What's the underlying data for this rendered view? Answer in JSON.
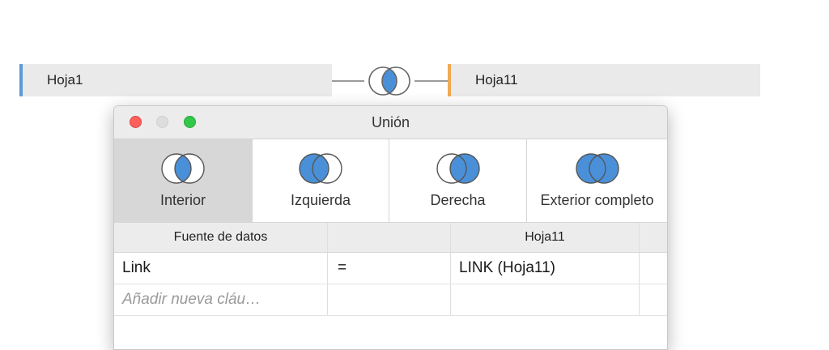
{
  "join_bar": {
    "left_table": "Hoja1",
    "right_table": "Hoja11",
    "left_color": "#5b9bd5",
    "right_color": "#f0a955",
    "icon": "inner-join-icon"
  },
  "dialog": {
    "title": "Unión",
    "join_types": [
      {
        "label": "Interior",
        "icon": "inner-join-icon",
        "selected": true
      },
      {
        "label": "Izquierda",
        "icon": "left-join-icon",
        "selected": false
      },
      {
        "label": "Derecha",
        "icon": "right-join-icon",
        "selected": false
      },
      {
        "label": "Exterior completo",
        "icon": "full-outer-join-icon",
        "selected": false
      }
    ],
    "accent_color": "#4a90d9",
    "table": {
      "headers": [
        "Fuente de datos",
        "",
        "Hoja11"
      ],
      "clauses": [
        {
          "left": "Link",
          "operator": "=",
          "right": "LINK (Hoja11)"
        }
      ],
      "add_clause_placeholder": "Añadir nueva cláu…"
    }
  }
}
